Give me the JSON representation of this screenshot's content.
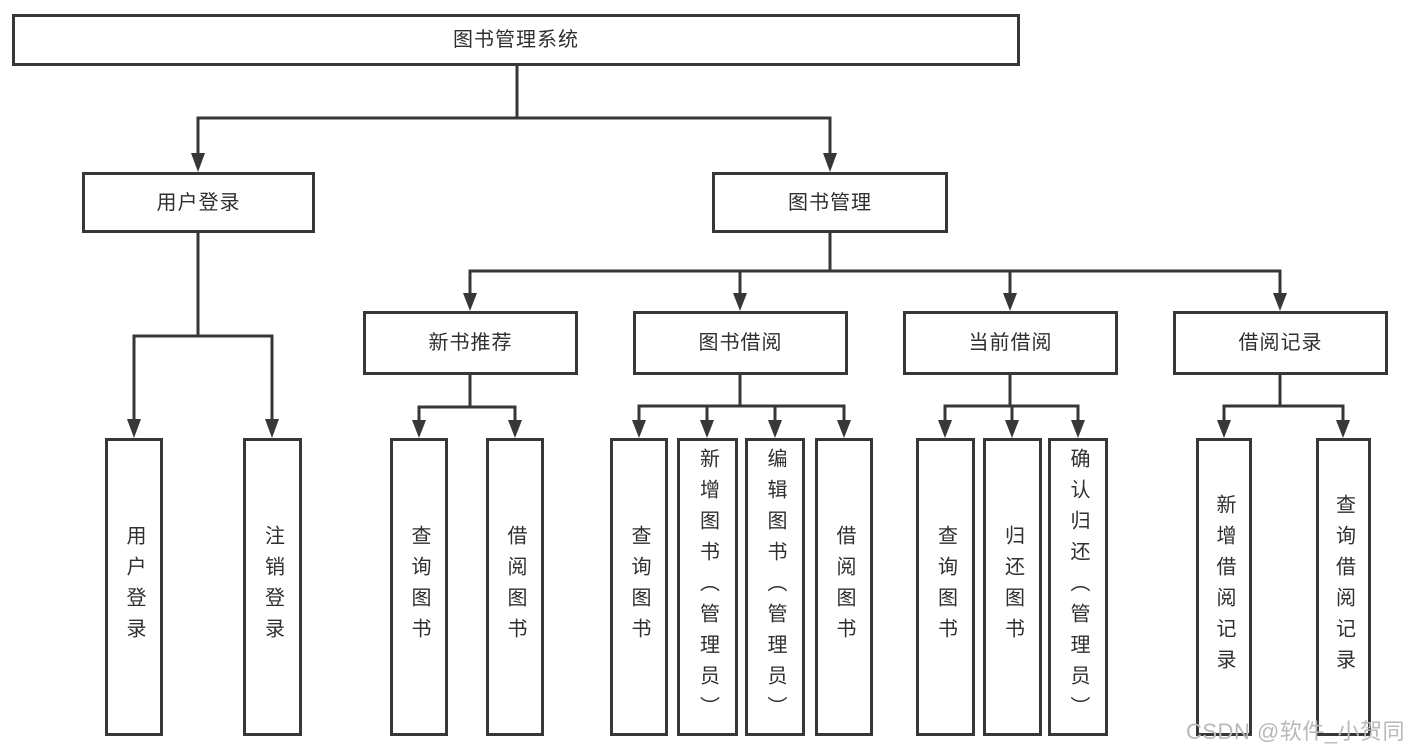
{
  "colors": {
    "line": "#373737",
    "text": "#2f2f2f",
    "background": "#ffffff",
    "watermark": "#b9b9b9"
  },
  "watermark": {
    "text": "CSDN @软件_小贺同学"
  },
  "tree": {
    "label": "图书管理系统",
    "children": [
      {
        "label": "用户登录",
        "children": [
          {
            "label": "用户登录"
          },
          {
            "label": "注销登录"
          }
        ]
      },
      {
        "label": "图书管理",
        "children": [
          {
            "label": "新书推荐",
            "children": [
              {
                "label": "查询图书"
              },
              {
                "label": "借阅图书"
              }
            ]
          },
          {
            "label": "图书借阅",
            "children": [
              {
                "label": "查询图书"
              },
              {
                "label": "新增图书（管理员）"
              },
              {
                "label": "编辑图书（管理员）"
              },
              {
                "label": "借阅图书"
              }
            ]
          },
          {
            "label": "当前借阅",
            "children": [
              {
                "label": "查询图书"
              },
              {
                "label": "归还图书"
              },
              {
                "label": "确认归还（管理员）"
              }
            ]
          },
          {
            "label": "借阅记录",
            "children": [
              {
                "label": "新增借阅记录"
              },
              {
                "label": "查询借阅记录"
              }
            ]
          }
        ]
      }
    ]
  }
}
